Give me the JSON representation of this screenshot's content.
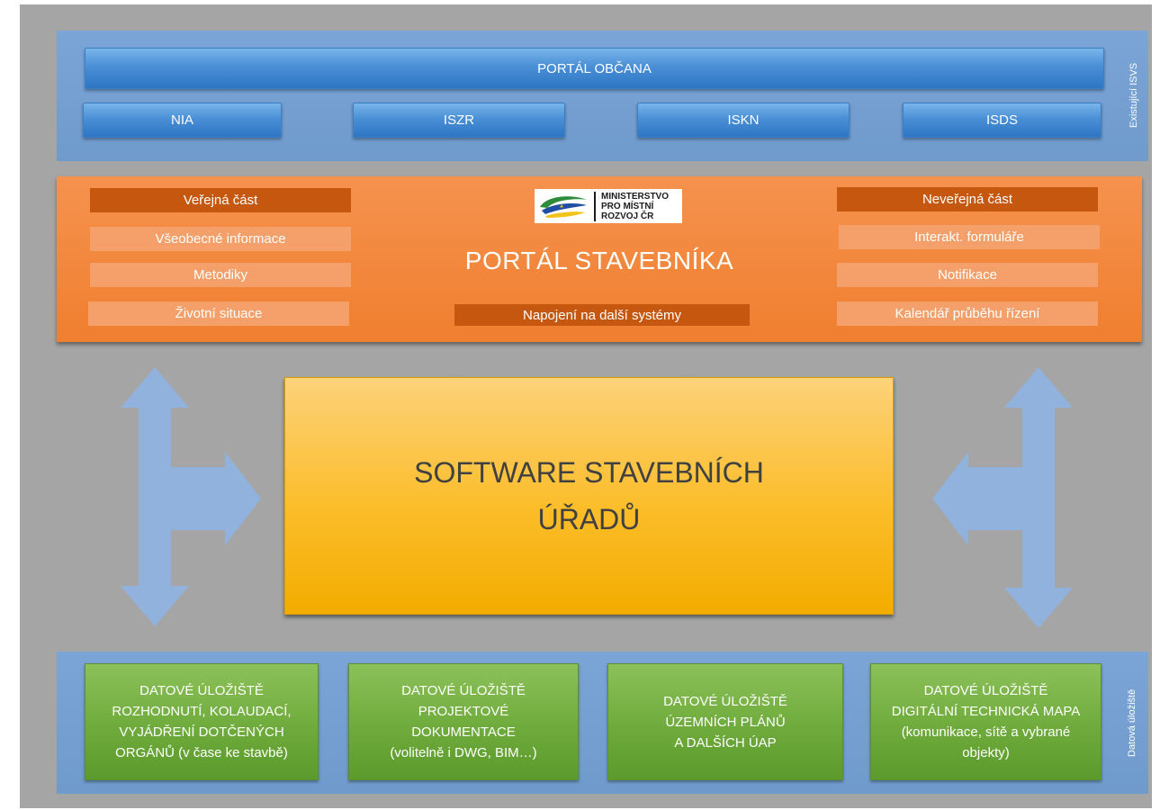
{
  "isvs": {
    "portal_obcana": "PORTÁL OBČANA",
    "systems": [
      "NIA",
      "ISZR",
      "ISKN",
      "ISDS"
    ],
    "side_label": "Existující ISVS"
  },
  "portal_stavebnika": {
    "title": "PORTÁL STAVEBNÍKA",
    "logo_lines": [
      "MINISTERSTVO",
      "PRO MÍSTNÍ",
      "ROZVOJ ČR"
    ],
    "public": {
      "header": "Veřejná část",
      "items": [
        "Všeobecné informace",
        "Metodiky",
        "Životní situace"
      ]
    },
    "private": {
      "header": "Neveřejná část",
      "items": [
        "Interakt. formuláře",
        "Notifikace",
        "Kalendář průběhu řízení"
      ]
    },
    "connection": "Napojení na další systémy"
  },
  "software": {
    "line1": "SOFTWARE STAVEBNÍCH",
    "line2": "ÚŘADŮ"
  },
  "storage": {
    "side_label": "Datová úložiště",
    "boxes": [
      {
        "lines": [
          "DATOVÉ ÚLOŽIŠTĚ",
          "ROZHODNUTÍ, KOLAUDACÍ,",
          "VYJÁDŘENÍ  DOTČENÝCH",
          "ORGÁNŮ (v čase ke stavbě)"
        ]
      },
      {
        "lines": [
          "DATOVÉ ÚLOŽIŠTĚ",
          "PROJEKTOVÉ",
          "DOKUMENTACE",
          "(volitelně i DWG,  BIM…)"
        ]
      },
      {
        "lines": [
          "DATOVÉ ÚLOŽIŠTĚ",
          "ÚZEMNÍCH PLÁNŮ",
          "A DALŠÍCH ÚAP"
        ]
      },
      {
        "lines": [
          "DATOVÉ ÚLOŽIŠTĚ",
          "DIGITÁLNÍ TECHNICKÁ MAPA",
          "(komunikace, sítě a vybrané",
          "objekty)"
        ]
      }
    ]
  },
  "colors": {
    "background": "#a5a5a5",
    "band_blue": "#6f9acc",
    "button_blue": "#4a8fd6",
    "portal_orange": "#f07f2f",
    "header_orange": "#c5570f",
    "software_yellow": "#fbbd2a",
    "storage_green": "#6fab3c",
    "arrow_blue": "#8eb4e3"
  }
}
